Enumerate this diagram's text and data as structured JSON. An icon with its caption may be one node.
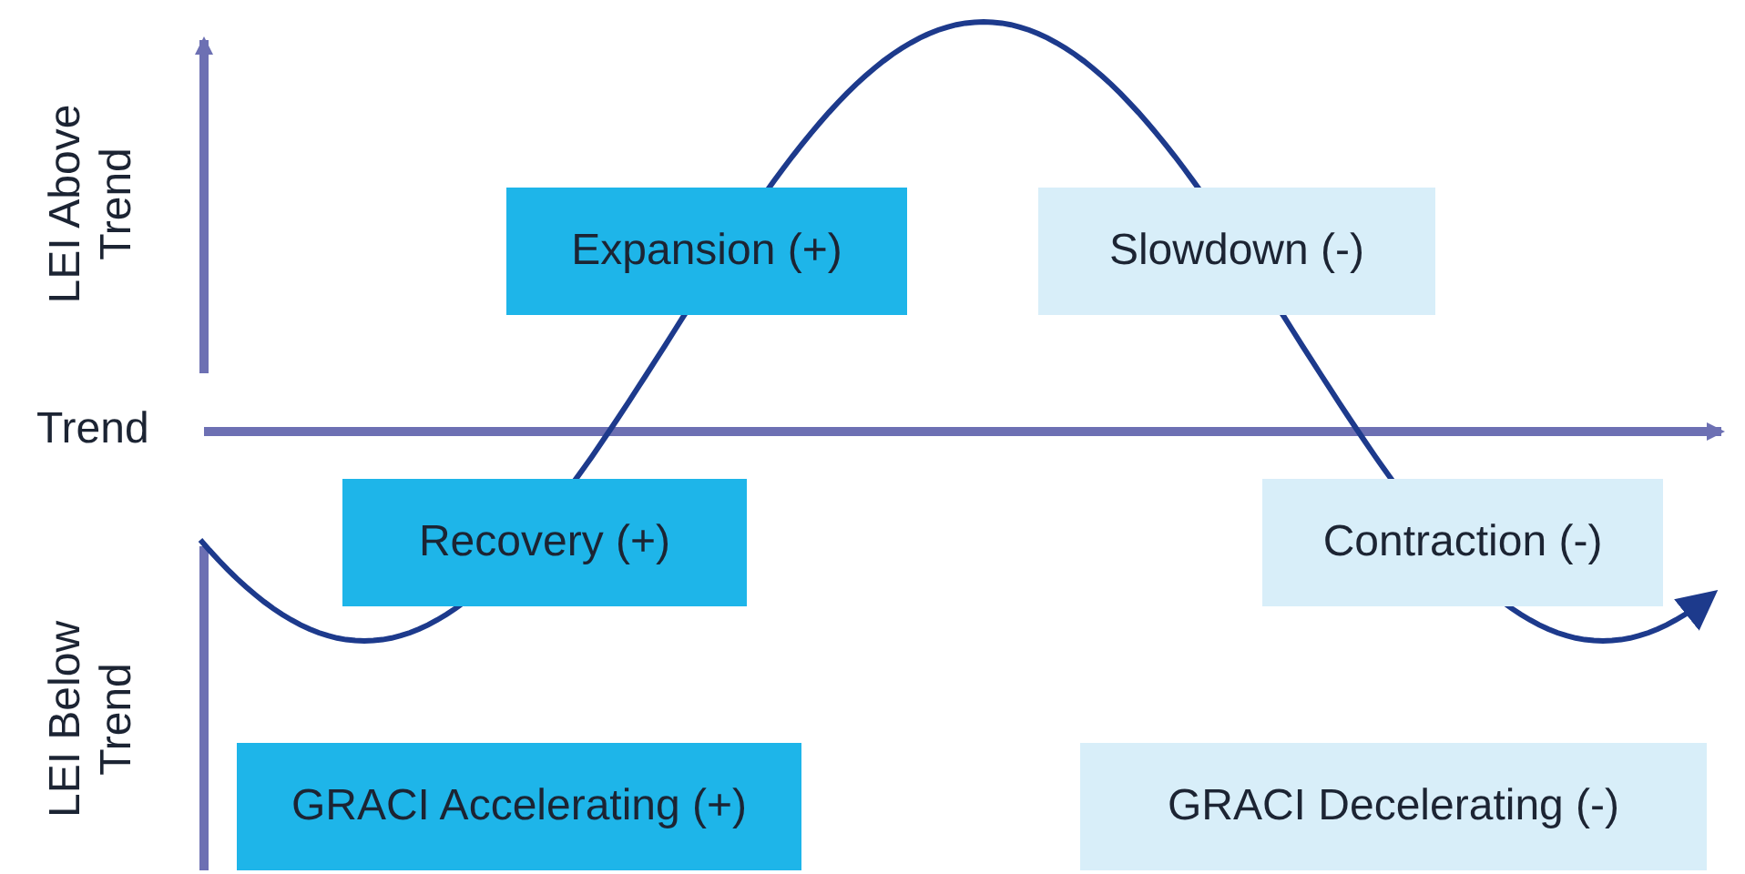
{
  "diagram": {
    "nodes": [
      {
        "text": [
          "Expansion (+)"
        ]
      },
      {
        "text": [
          "Slowdown (-)"
        ]
      },
      {
        "text": [
          "Recovery (+)"
        ]
      },
      {
        "text": [
          "Contraction (-)"
        ]
      },
      {
        "text": [
          "GRACI Accelerating (+)"
        ]
      },
      {
        "text": [
          "GRACI Decelerating (-)"
        ]
      }
    ],
    "labels": [
      "LEI Above Trend",
      "Trend",
      "LEI Below Trend"
    ]
  }
}
